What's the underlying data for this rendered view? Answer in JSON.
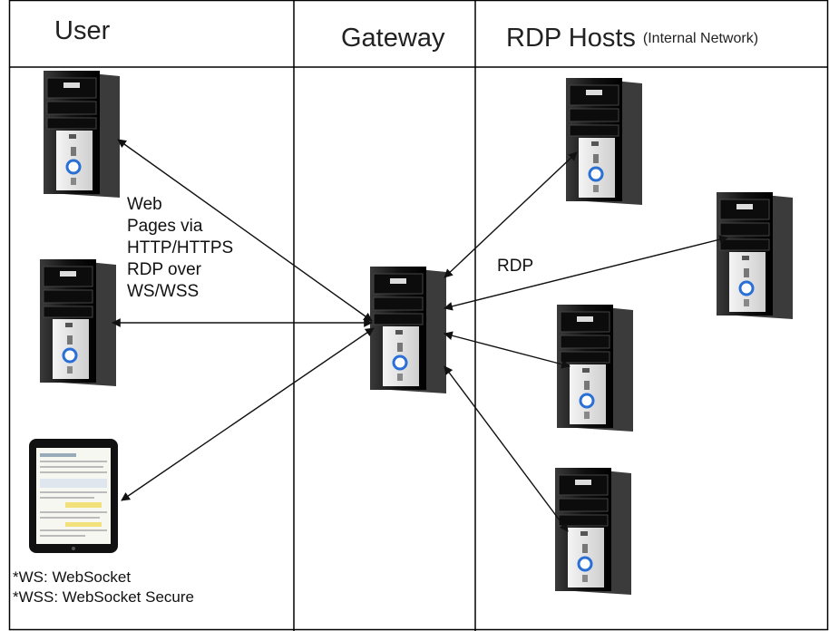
{
  "columns": {
    "user": "User",
    "gateway": "Gateway",
    "rdp_hosts": "RDP Hosts",
    "rdp_hosts_note": "(Internal Network)"
  },
  "labels": {
    "web_lines": [
      "Web",
      "Pages via",
      "HTTP/HTTPS",
      "RDP over",
      "WS/WSS"
    ],
    "rdp": "RDP",
    "legend": [
      "*WS: WebSocket",
      "*WSS: WebSocket Secure"
    ]
  },
  "icons": {
    "server": "tower-pc-icon",
    "tablet": "tablet-icon"
  },
  "colors": {
    "border": "#000000",
    "case": "#1a1a1a",
    "panel": "#e8e8e8",
    "accent": "#2a6fd6"
  }
}
